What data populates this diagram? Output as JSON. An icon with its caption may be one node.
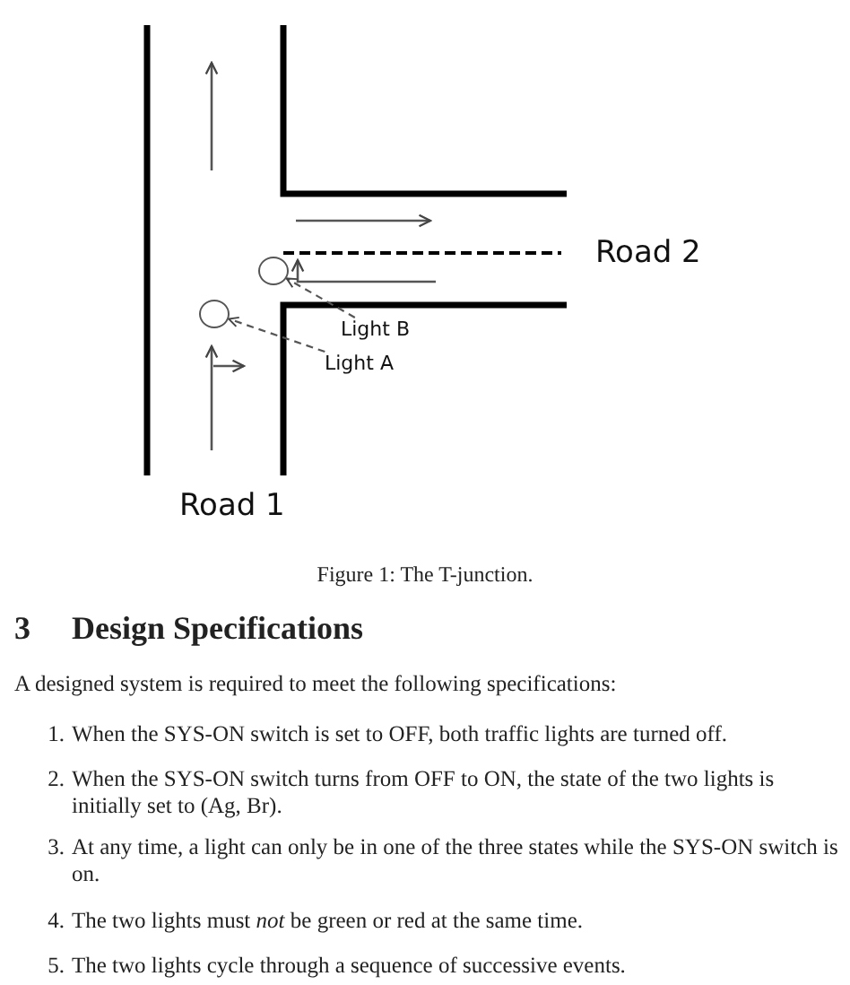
{
  "diagram": {
    "caption": "Figure 1: The T-junction.",
    "nodes": [
      {
        "text": [
          "Light B"
        ]
      },
      {
        "text": [
          "Light A"
        ]
      },
      {
        "text": [],
        "shape": "circle"
      },
      {
        "text": [],
        "shape": "circle"
      }
    ],
    "edges": [
      {
        "from": 0,
        "to": 2,
        "arrow": "to",
        "style": "dashed"
      },
      {
        "from": 1,
        "to": 3,
        "arrow": "to",
        "style": "dashed"
      }
    ],
    "labels": [
      "Road 2",
      "Road 1",
      "3",
      "Design Specifications",
      "A designed system is required to meet the following specifications:",
      "1.",
      "When the SYS-ON switch is set to OFF, both traffic lights are turned off.",
      "2.",
      "When the SYS-ON switch turns from OFF to ON, the state of the two lights is initially set to (Ag, Br).",
      "3.",
      "At any time, a light can only be in one of the three states while the SYS-ON switch is on.",
      "4.",
      "The two lights must *not* be green or red at the same time.",
      "5.",
      "The two lights cycle through a sequence of successive events."
    ]
  }
}
